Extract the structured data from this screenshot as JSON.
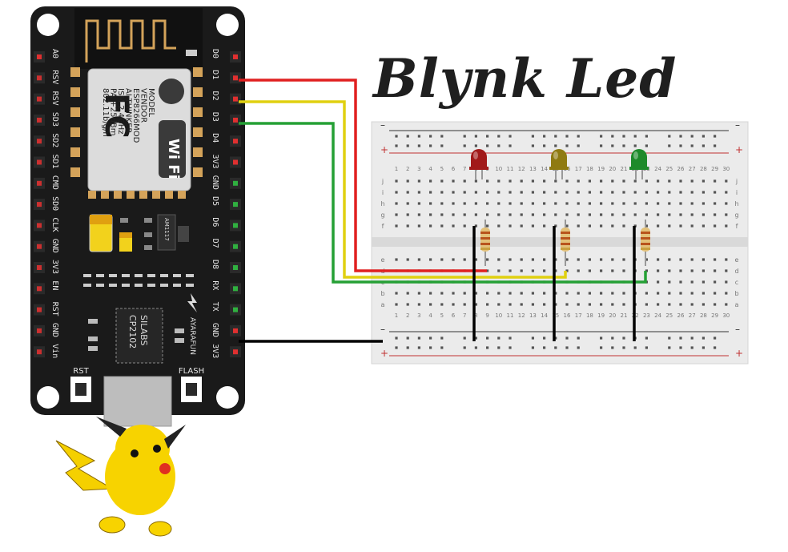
{
  "title": "Blynk Led",
  "board": {
    "shield_text": [
      "MODEL",
      "VENDOR",
      "ESP8266MOD",
      "AI-THINKER",
      "ISM 2.4GHz",
      "PA +25dBm",
      "802.11b/g/n"
    ],
    "fc_logo": "FC",
    "wifi_logo": "Wi Fi",
    "left_pins": [
      "A0",
      "RSV",
      "RSV",
      "SD3",
      "SD2",
      "SD1",
      "CMD",
      "SD0",
      "CLK",
      "GND",
      "3V3",
      "EN",
      "RST",
      "GND",
      "Vin"
    ],
    "right_pins": [
      "D0",
      "D1",
      "D2",
      "D3",
      "D4",
      "3V3",
      "GND",
      "D5",
      "D6",
      "D7",
      "D8",
      "RX",
      "TX",
      "GND",
      "3V3"
    ],
    "chip_label": [
      "SILABS",
      "CP2102"
    ],
    "regulator_label": "AM1117",
    "maker_label": "AYARAFUN",
    "rst_label": "RST",
    "flash_label": "FLASH"
  },
  "breadboard": {
    "columns": 30,
    "column_numbers": [
      "1",
      "2",
      "3",
      "4",
      "5",
      "6",
      "7",
      "8",
      "9",
      "10",
      "11",
      "12",
      "13",
      "14",
      "15",
      "16",
      "17",
      "18",
      "19",
      "20",
      "21",
      "22",
      "23",
      "24",
      "25",
      "26",
      "27",
      "28",
      "29",
      "30"
    ],
    "top_row_letters": [
      "j",
      "i",
      "h",
      "g",
      "f"
    ],
    "bottom_row_letters": [
      "e",
      "d",
      "c",
      "b",
      "a"
    ],
    "rail_minus": "–",
    "rail_plus": "+"
  },
  "leds": [
    {
      "color": "red",
      "hex": "#a11a1a"
    },
    {
      "color": "yellow",
      "hex": "#8f7a12"
    },
    {
      "color": "green",
      "hex": "#1e8a2a"
    }
  ],
  "wires": [
    {
      "name": "red",
      "hex": "#e02020"
    },
    {
      "name": "yellow",
      "hex": "#e0d010"
    },
    {
      "name": "green",
      "hex": "#25a035"
    },
    {
      "name": "black",
      "hex": "#000000"
    }
  ],
  "colors": {
    "board": "#1a1a1a",
    "breadboard": "#ebebeb",
    "pin_orange": "#d4a35a",
    "pin_red": "#e03030",
    "pin_green": "#30b040"
  }
}
